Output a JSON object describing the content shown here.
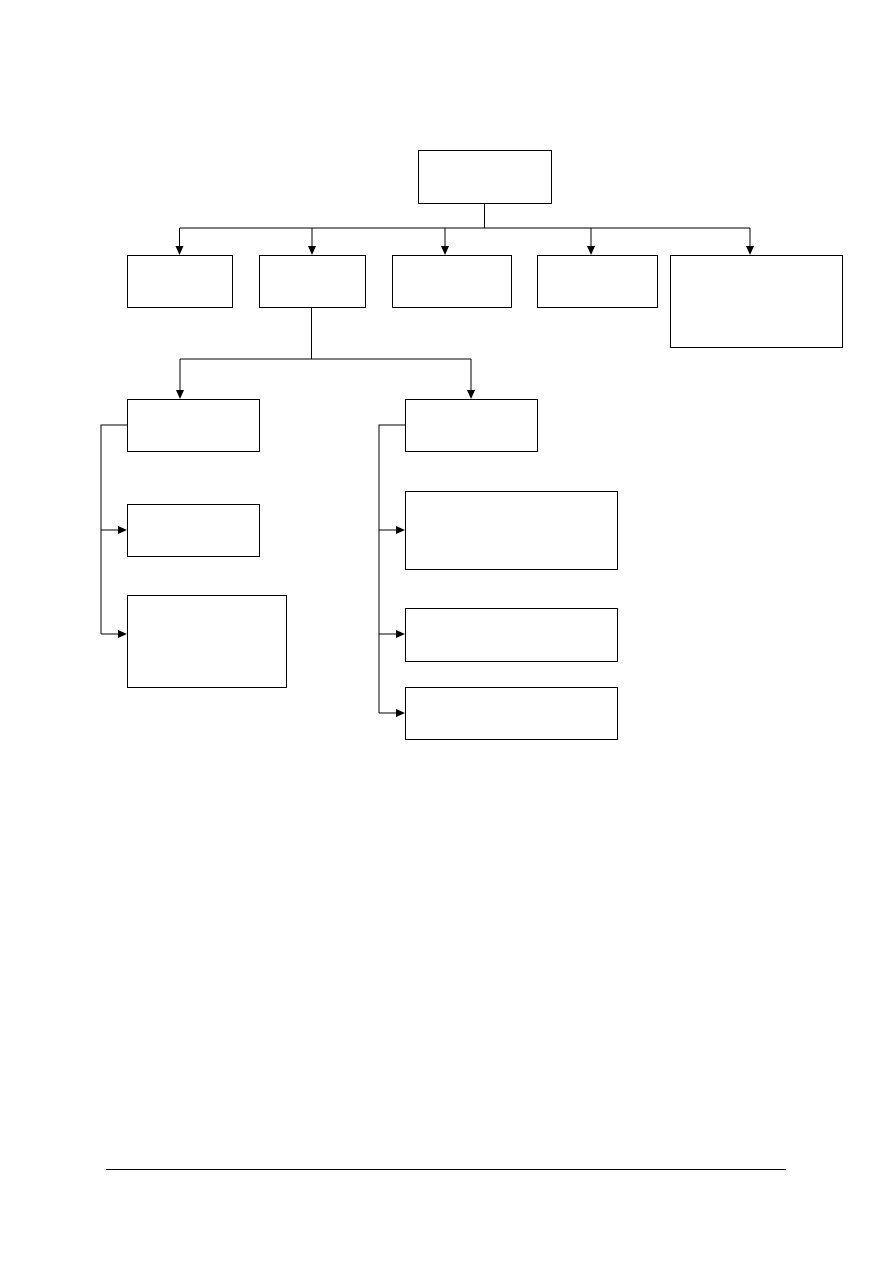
{
  "diagram": {
    "type": "org-chart",
    "line_color": "#000000",
    "box_fill": "#ffffff",
    "nodes": [
      {
        "id": "root",
        "label": ""
      },
      {
        "id": "l1-a",
        "label": ""
      },
      {
        "id": "l1-b",
        "label": ""
      },
      {
        "id": "l1-c",
        "label": ""
      },
      {
        "id": "l1-d",
        "label": ""
      },
      {
        "id": "l1-e",
        "label": ""
      },
      {
        "id": "l2-left",
        "label": ""
      },
      {
        "id": "l2-left-1",
        "label": ""
      },
      {
        "id": "l2-left-2",
        "label": ""
      },
      {
        "id": "l2-right",
        "label": ""
      },
      {
        "id": "l2-right-1",
        "label": ""
      },
      {
        "id": "l2-right-2",
        "label": ""
      },
      {
        "id": "l2-right-3",
        "label": ""
      }
    ],
    "edges": [
      {
        "from": "root",
        "to": "l1-a"
      },
      {
        "from": "root",
        "to": "l1-b"
      },
      {
        "from": "root",
        "to": "l1-c"
      },
      {
        "from": "root",
        "to": "l1-d"
      },
      {
        "from": "root",
        "to": "l1-e"
      },
      {
        "from": "l1-b",
        "to": "l2-left"
      },
      {
        "from": "l1-b",
        "to": "l2-right"
      },
      {
        "from": "l2-left",
        "to": "l2-left-1"
      },
      {
        "from": "l2-left",
        "to": "l2-left-2"
      },
      {
        "from": "l2-right",
        "to": "l2-right-1"
      },
      {
        "from": "l2-right",
        "to": "l2-right-2"
      },
      {
        "from": "l2-right",
        "to": "l2-right-3"
      }
    ]
  }
}
